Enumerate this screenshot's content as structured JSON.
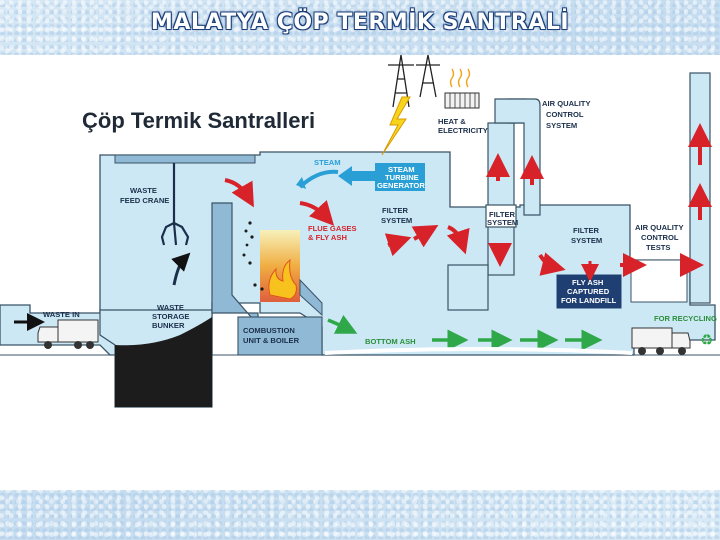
{
  "slide": {
    "title": "MALATYA ÇÖP TERMİK SANTRALİ"
  },
  "diagram": {
    "title": "Çöp Termik Santralleri",
    "labels": {
      "heat_electricity": [
        "HEAT &",
        "ELECTRICITY"
      ],
      "air_quality_control_system": [
        "AIR QUALITY",
        "CONTROL",
        "SYSTEM"
      ],
      "steam": "STEAM",
      "steam_turbine_generator": [
        "STEAM",
        "TURBINE",
        "GENERATOR"
      ],
      "waste_feed_crane": [
        "WASTE",
        "FEED CRANE"
      ],
      "flue_gases_fly_ash": [
        "FLUE GASES",
        "& FLY ASH"
      ],
      "filter_system_1": [
        "FILTER",
        "SYSTEM"
      ],
      "filter_system_2": [
        "FILTER",
        "SYSTEM"
      ],
      "filter_system_3": [
        "FILTER",
        "SYSTEM"
      ],
      "air_quality_control_tests": [
        "AIR QUALITY",
        "CONTROL",
        "TESTS"
      ],
      "waste_in": "WASTE IN",
      "waste_storage_bunker": [
        "WASTE",
        "STORAGE",
        "BUNKER"
      ],
      "fly_ash_captured": [
        "FLY ASH",
        "CAPTURED",
        "FOR LANDFILL"
      ],
      "combustion_unit": [
        "COMBUSTION",
        "UNIT & BOILER"
      ],
      "bottom_ash": "BOTTOM ASH",
      "for_recycling": "FOR RECYCLING"
    },
    "colors": {
      "building_fill": "#cde8f5",
      "building_stroke": "#3a5366",
      "flow_red": "#d8222a",
      "flow_blue": "#2a9fd6",
      "flow_green": "#2fa84a",
      "label_dark": "#1b2f4a"
    },
    "icons": [
      "power-pylon-icon",
      "lightning-icon",
      "radiator-icon",
      "garbage-truck-icon",
      "recycle-icon",
      "flame-icon",
      "crane-claw-icon"
    ]
  }
}
